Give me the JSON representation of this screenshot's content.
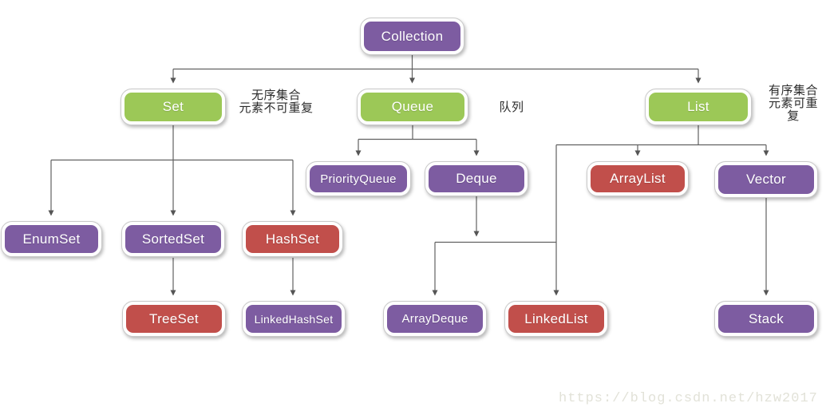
{
  "diagram": {
    "kind": "tree-hierarchy",
    "root": "Collection"
  },
  "colors": {
    "purple": "#7d5ca1",
    "green": "#9cc857",
    "red": "#c14f4b",
    "line": "#616161",
    "note_text": "#2b2b2b",
    "watermark": "#e2e2d8",
    "node_ring": "#ffffff",
    "node_border": "#c9c9c9"
  },
  "nodes": {
    "collection": {
      "label": "Collection",
      "color": "purple"
    },
    "set": {
      "label": "Set",
      "color": "green"
    },
    "queue": {
      "label": "Queue",
      "color": "green"
    },
    "list": {
      "label": "List",
      "color": "green"
    },
    "priorityqueue": {
      "label": "PriorityQueue",
      "color": "purple"
    },
    "deque": {
      "label": "Deque",
      "color": "purple"
    },
    "arraylist": {
      "label": "ArrayList",
      "color": "red"
    },
    "vector": {
      "label": "Vector",
      "color": "purple"
    },
    "enumset": {
      "label": "EnumSet",
      "color": "purple"
    },
    "sortedset": {
      "label": "SortedSet",
      "color": "purple"
    },
    "hashset": {
      "label": "HashSet",
      "color": "red"
    },
    "treeset": {
      "label": "TreeSet",
      "color": "red"
    },
    "linkedhashset": {
      "label": "LinkedHashSet",
      "color": "purple"
    },
    "arraydeque": {
      "label": "ArrayDeque",
      "color": "purple"
    },
    "linkedlist": {
      "label": "LinkedList",
      "color": "red"
    },
    "stack": {
      "label": "Stack",
      "color": "purple"
    }
  },
  "edges": [
    {
      "from": "Collection",
      "to": "Set"
    },
    {
      "from": "Collection",
      "to": "Queue"
    },
    {
      "from": "Collection",
      "to": "List"
    },
    {
      "from": "Set",
      "to": "EnumSet"
    },
    {
      "from": "Set",
      "to": "SortedSet"
    },
    {
      "from": "Set",
      "to": "HashSet"
    },
    {
      "from": "SortedSet",
      "to": "TreeSet"
    },
    {
      "from": "HashSet",
      "to": "LinkedHashSet"
    },
    {
      "from": "Queue",
      "to": "PriorityQueue"
    },
    {
      "from": "Queue",
      "to": "Deque"
    },
    {
      "from": "Deque",
      "to": "ArrayDeque"
    },
    {
      "from": "Deque",
      "to": "LinkedList"
    },
    {
      "from": "List",
      "to": "LinkedList"
    },
    {
      "from": "List",
      "to": "ArrayList"
    },
    {
      "from": "List",
      "to": "Vector"
    },
    {
      "from": "Vector",
      "to": "Stack"
    }
  ],
  "annotations": {
    "set_note": "无序集合\n元素不可重复",
    "queue_note": "队列",
    "list_note": "有序集合\n元素可重\n复"
  },
  "watermark": "https://blog.csdn.net/hzw2017"
}
